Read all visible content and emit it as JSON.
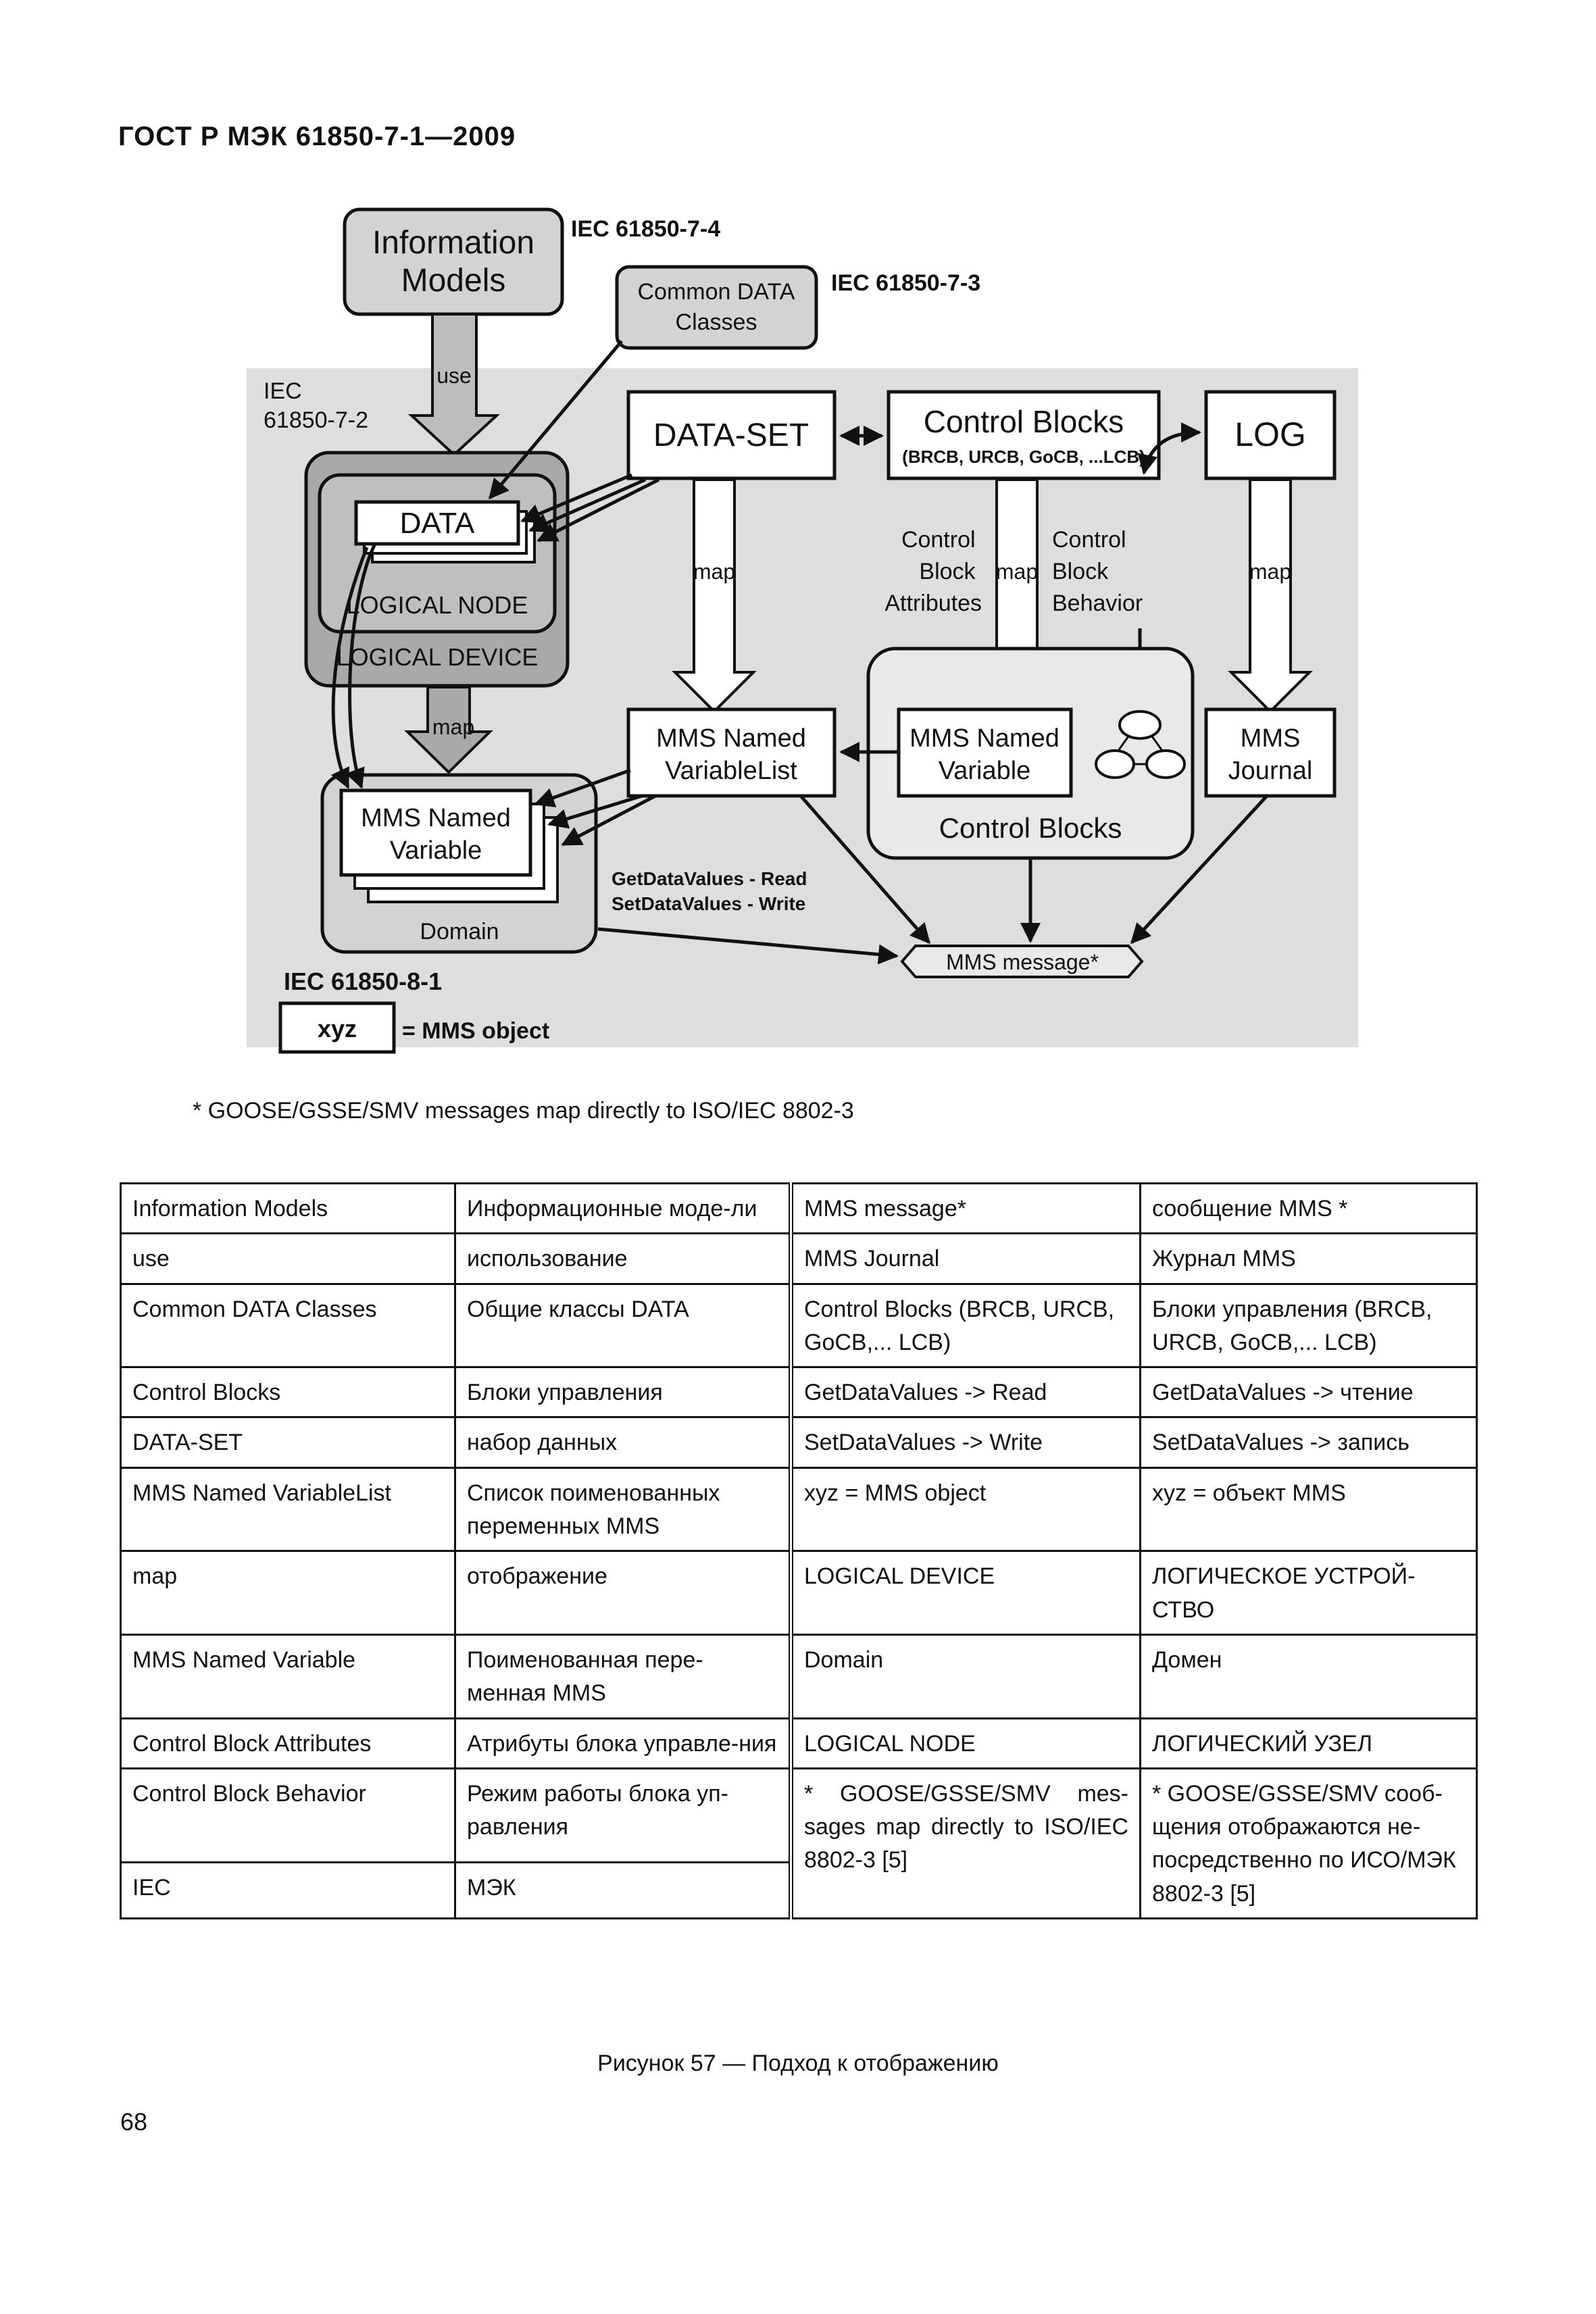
{
  "header": "ГОСТ Р МЭК 61850-7-1—2009",
  "diagram": {
    "information_models": [
      "Information",
      "Models"
    ],
    "iec_7_4": "IEC 61850-7-4",
    "common_data_classes": [
      "Common DATA",
      "Classes"
    ],
    "iec_7_3": "IEC 61850-7-3",
    "iec_7_2": [
      "IEC",
      "61850-7-2"
    ],
    "use": "use",
    "data_set": "DATA-SET",
    "control_blocks_title": "Control Blocks",
    "control_blocks_sub": "(BRCB, URCB, GoCB, ...LCB)",
    "log": "LOG",
    "data": "DATA",
    "logical_node": "LOGICAL NODE",
    "logical_device": "LOGICAL DEVICE",
    "map": "map",
    "cb_attributes": [
      "Control",
      "Block",
      "Attributes"
    ],
    "cb_behavior": [
      "Control",
      "Block",
      "Behavior"
    ],
    "mms_named_variablelist": [
      "MMS Named",
      "VariableList"
    ],
    "mms_named_variable": [
      "MMS Named",
      "Variable"
    ],
    "control_blocks_lower": "Control Blocks",
    "mms_journal": [
      "MMS",
      "Journal"
    ],
    "get_data_values": "GetDataValues - Read",
    "set_data_values": "SetDataValues - Write",
    "domain": "Domain",
    "mms_message": "MMS message*",
    "iec_8_1": "IEC 61850-8-1",
    "xyz": "xyz",
    "mms_object": "= MMS object"
  },
  "footnote": "* GOOSE/GSSE/SMV messages  map  directly  to ISO/IEC 8802-3",
  "table": {
    "rows": [
      [
        "Information Models",
        "Информационные моде-ли",
        "MMS message*",
        "сообщение MMS *"
      ],
      [
        "use",
        "использование",
        "MMS Journal",
        "Журнал MMS"
      ],
      [
        "Common DATA Classes",
        "Общие классы DATA",
        "Control Blocks (BRCB, URCB, GoCB,... LCB)",
        "Блоки управления (BRCB, URCB, GoCB,... LCB)"
      ],
      [
        "Control Blocks",
        "Блоки управления",
        "GetDataValues -> Read",
        "GetDataValues -> чтение"
      ],
      [
        "DATA-SET",
        "набор данных",
        "SetDataValues -> Write",
        "SetDataValues -> запись"
      ],
      [
        "MMS Named VariableList",
        "Список поименованных переменных MMS",
        "xyz = MMS object",
        "xyz = объект MMS"
      ],
      [
        "map",
        "отображение",
        "LOGICAL DEVICE",
        "ЛОГИЧЕСКОЕ УСТРОЙ-СТВО"
      ],
      [
        "MMS Named Variable",
        "Поименованная пере-менная MMS",
        "Domain",
        "Домен"
      ],
      [
        "Control Block Attributes",
        "Атрибуты блока управле-ния",
        "LOGICAL NODE",
        "ЛОГИЧЕСКИЙ УЗЕЛ"
      ]
    ],
    "behavior_row": [
      "Control Block Behavior",
      "Режим работы блока уп-равления"
    ],
    "iec_row": [
      "IEC",
      "МЭК"
    ],
    "goose_en": "* GOOSE/GSSE/SMV mes-sages map directly to ISO/IEC 8802-3 [5]",
    "goose_ru": "* GOOSE/GSSE/SMV сооб-щения отображаются не-посредственно по ИСО/МЭК 8802-3 [5]"
  },
  "caption": "Рисунок 57 — Подход к отображению",
  "page_number": "68"
}
